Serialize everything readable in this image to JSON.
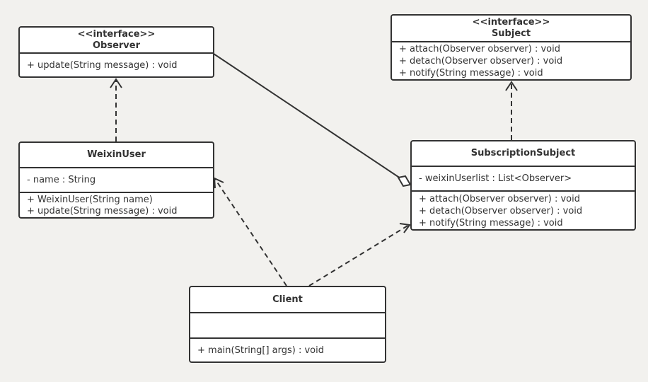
{
  "classes": {
    "observer": {
      "stereotype": "<<interface>>",
      "name": "Observer",
      "methods": [
        "+ update(String message) : void"
      ]
    },
    "subject": {
      "stereotype": "<<interface>>",
      "name": "Subject",
      "methods": [
        "+ attach(Observer observer) : void",
        "+ detach(Observer observer) : void",
        "+ notify(String message) : void"
      ]
    },
    "weixinuser": {
      "name": "WeixinUser",
      "attributes": [
        "- name : String"
      ],
      "methods": [
        "+ WeixinUser(String name)",
        "+ update(String message) : void"
      ]
    },
    "subscriptionsubject": {
      "name": "SubscriptionSubject",
      "attributes": [
        "- weixinUserlist : List<Observer>"
      ],
      "methods": [
        "+ attach(Observer observer) : void",
        "+ detach(Observer observer) : void",
        "+ notify(String message) : void"
      ]
    },
    "client": {
      "name": "Client",
      "attributes": [],
      "methods": [
        "+ main(String[] args) : void"
      ]
    }
  }
}
